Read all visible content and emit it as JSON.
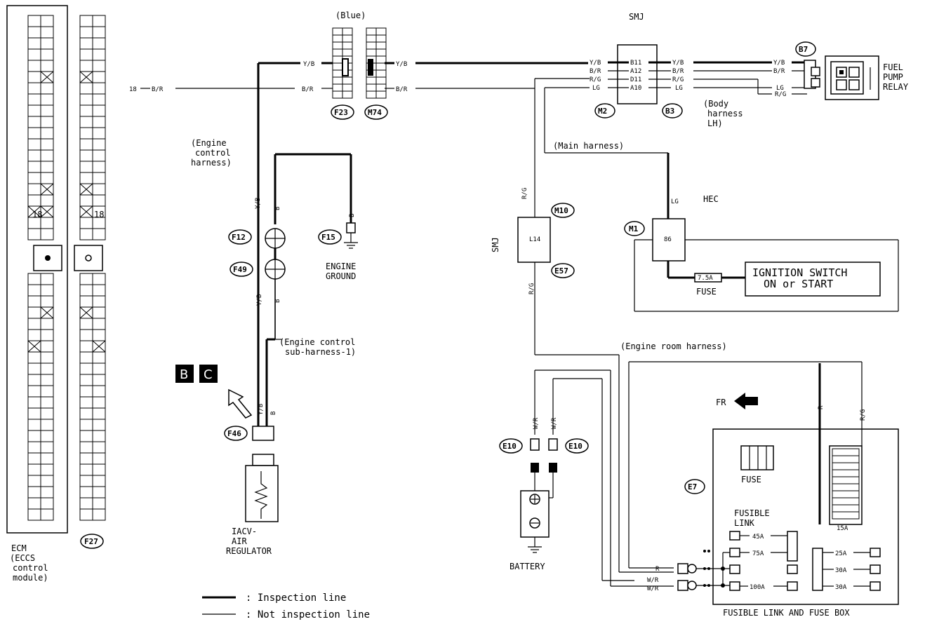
{
  "labels": {
    "ecm_title": "ECM",
    "ecm_sub1": "(ECCS",
    "ecm_sub2": "control",
    "ecm_sub3": "module)",
    "term_18": "18",
    "conn_f27": "F27",
    "blue": "(Blue)",
    "smj_top": "SMJ",
    "conn_f23": "F23",
    "conn_m74": "M74",
    "conn_m2": "M2",
    "conn_b3": "B3",
    "conn_b7": "B7",
    "fuel_pump_1": "FUEL",
    "fuel_pump_2": "PUMP",
    "fuel_pump_3": "RELAY",
    "body_h1": "(Body",
    "body_h2": "harness",
    "body_h3": "LH)",
    "main_harness": "(Main harness)",
    "hec": "HEC",
    "conn_m1": "M1",
    "term_86": "86",
    "ign_1": "IGNITION SWITCH",
    "ign_2": "ON or START",
    "fuse_small": "7.5A",
    "fuse_lbl": "FUSE",
    "smj_side": "SMJ",
    "conn_m10": "M10",
    "conn_e57": "E57",
    "term_l14": "L14",
    "engine_ctrl_1": "(Engine",
    "engine_ctrl_2": "control",
    "engine_ctrl_3": "harness)",
    "conn_f12": "F12",
    "conn_f49": "F49",
    "conn_f15": "F15",
    "engine_ground_1": "ENGINE",
    "engine_ground_2": "GROUND",
    "sub_harness_1": "(Engine control",
    "sub_harness_2": "sub-harness-1)",
    "badge_b": "B",
    "badge_c": "C",
    "conn_f46": "F46",
    "iacv_1": "IACV-",
    "iacv_2": "AIR",
    "iacv_3": "REGULATOR",
    "engine_room": "(Engine room harness)",
    "fr": "FR",
    "conn_e10a": "E10",
    "conn_e10b": "E10",
    "battery": "BATTERY",
    "conn_e7": "E7",
    "fuse_box_fuse": "FUSE",
    "fusible_1": "FUSIBLE",
    "fusible_2": "LINK",
    "fl_45": "45A",
    "fl_75": "75A",
    "fl_100": "100A",
    "fl_25": "25A",
    "fl_30a": "30A",
    "fl_30b": "30A",
    "fl_15": "15A",
    "fuse_box_title": "FUSIBLE LINK AND FUSE BOX",
    "legend_insp": ": Inspection line",
    "legend_not": ": Not inspection line"
  },
  "wire_codes": {
    "yb": "Y/B",
    "br": "B/R",
    "rg": "R/G",
    "lg": "LG",
    "b": "B",
    "r": "R",
    "wr": "W/R"
  },
  "smj_pins": [
    "B11",
    "A12",
    "D11",
    "A10"
  ],
  "colors": {
    "line": "#000000",
    "background": "#ffffff"
  }
}
